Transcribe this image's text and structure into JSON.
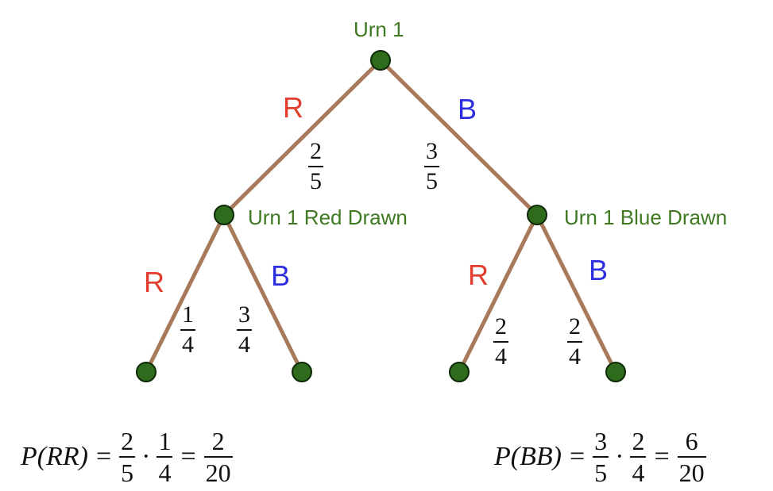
{
  "nodes": {
    "root": "Urn 1",
    "left": "Urn 1 Red Drawn",
    "right": "Urn 1 Blue Drawn"
  },
  "branches": {
    "root_left": {
      "letter": "R",
      "color": "#e33b2c",
      "prob": {
        "num": "2",
        "den": "5"
      }
    },
    "root_right": {
      "letter": "B",
      "color": "#2e2ee0",
      "prob": {
        "num": "3",
        "den": "5"
      }
    },
    "left_left": {
      "letter": "R",
      "color": "#e33b2c",
      "prob": {
        "num": "1",
        "den": "4"
      }
    },
    "left_right": {
      "letter": "B",
      "color": "#2e2ee0",
      "prob": {
        "num": "3",
        "den": "4"
      }
    },
    "right_left": {
      "letter": "R",
      "color": "#e33b2c",
      "prob": {
        "num": "2",
        "den": "4"
      }
    },
    "right_right": {
      "letter": "B",
      "color": "#2e2ee0",
      "prob": {
        "num": "2",
        "den": "4"
      }
    }
  },
  "formulas": {
    "rr": {
      "lhs": "P(RR)",
      "eq": "=",
      "dot": "·",
      "f1": {
        "num": "2",
        "den": "5"
      },
      "f2": {
        "num": "1",
        "den": "4"
      },
      "result": {
        "num": "2",
        "den": "20"
      }
    },
    "bb": {
      "lhs": "P(BB)",
      "eq": "=",
      "dot": "·",
      "f1": {
        "num": "3",
        "den": "5"
      },
      "f2": {
        "num": "2",
        "den": "4"
      },
      "result": {
        "num": "6",
        "den": "20"
      }
    }
  },
  "colors": {
    "edge": "#a8795a",
    "node_fill": "#2e6b1c",
    "node_label": "#3f7a22",
    "red_branch": "#e33b2c",
    "blue_branch": "#2e2ee0"
  }
}
